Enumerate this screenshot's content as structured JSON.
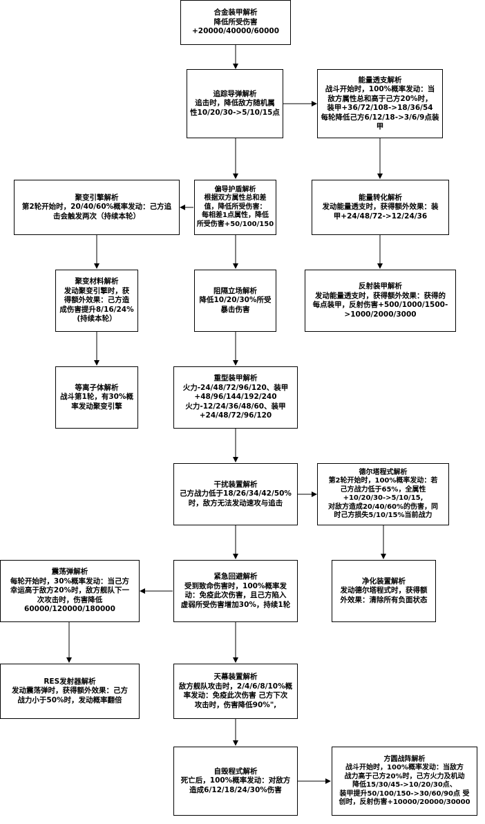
{
  "nodes": {
    "alloy_armor": {
      "title": "合金装甲解析",
      "body": "降低所受伤害\n+20000/40000/60000"
    },
    "homing_missile": {
      "title": "追踪导弹解析",
      "body": "追击时，降低敌方随机属\n性10/20/30->5/10/15点"
    },
    "energy_overdraw": {
      "title": "能量透支解析",
      "body": "战斗开始时，100%概率发动：当\n敌方属性总和高于己方20%时，\n装甲+36/72/108->18/36/54\n每轮降低己方6/12/18->3/6/9点装\n甲"
    },
    "fusion_engine": {
      "title": "聚变引擎解析",
      "body": "第2轮开始时，20/40/60%概率发动：己方追\n击会触发两次（持续本轮）"
    },
    "deflector_shield": {
      "title": "偏导护盾解析",
      "body": "根据双方属性总和差\n值，降低所受伤害：\n每相差1点属性，降低\n所受伤害+50/100/150"
    },
    "energy_convert": {
      "title": "能量转化解析",
      "body": "发动能量透支时，获得额外效果：装\n甲+24/48/72->12/24/36"
    },
    "fusion_material": {
      "title": "聚变材料解析",
      "body": "发动聚变引擎时，获\n得额外效果：己方造\n成伤害提升8/16/24%\n(持续本轮）"
    },
    "barrier_field": {
      "title": "阻隔立场解析",
      "body": "降低10/20/30%所受\n暴击伤害"
    },
    "reflect_armor": {
      "title": "反射装甲解析",
      "body": "发动能量透支时，获得额外效果：获得的\n每点装甲，反射伤害+500/1000/1500-\n>1000/2000/3000"
    },
    "plasma": {
      "title": "等离子体解析",
      "body": "战斗第1轮，有30%概\n率发动聚变引擎"
    },
    "heavy_armor": {
      "title": "重型装甲解析",
      "body": "火力-24/48/72/96/120、装甲\n+48/96/144/192/240\n火力-12/24/36/48/60、装甲\n+24/48/72/96/120"
    },
    "jammer": {
      "title": "干扰装置解析",
      "body": "己方战力低于18/26/34/42/50%\n时，敌方无法发动速攻与追击"
    },
    "delta_program": {
      "title": "德尔塔程式解析",
      "body": "第2轮开始时，100%概率发动：若\n己方战力低于65%，全属性\n+10/20/30->5/10/15,\n对敌方造成20/40/60%的伤害，同\n时己方损失5/10/15%当前战力"
    },
    "shock_missile": {
      "title": "震荡弹解析",
      "body": "每轮开始时，30%概率发动：当己方\n幸运高于敌方20%时，敌方舰队下一\n次攻击时，伤害降低\n60000/120000/180000"
    },
    "emergency_evade": {
      "title": "紧急回避解析",
      "body": "受到致命伤害时，100%概率发\n动：免疫此次伤害，且己方陷入\n虚弱所受伤害增加30%，持续1轮"
    },
    "purifier": {
      "title": "净化装置解析",
      "body": "发动德尔塔程式时，获得额\n外效果：清除所有负面状态"
    },
    "res_launcher": {
      "title": "RES发射器解析",
      "body": "发动震荡弹时，获得额外效果：己方\n战力小于50%时，发动概率翻倍"
    },
    "canopy": {
      "title": "天幕装置解析",
      "body": "敌方舰队攻击时，2/4/6/8/10%概\n率发动：免疫此次伤害  己方下次\n攻击时，伤害降低90%\","
    },
    "self_destruct": {
      "title": "自毁程式解析",
      "body": "死亡后，100%概率发动：对敌方\n造成6/12/18/24/30%伤害"
    },
    "square_formation": {
      "title": "方圆战阵解析",
      "body": "战斗开始时，100%概率发动：当敌方\n战力高于己方20%时，己方火力及机动\n降低15/30/45->10/20/30点、\n装甲提升50/100/150->30/60/90点  受\n创时，反射伤害+10000/20000/30000"
    }
  },
  "edge_color": "#000000"
}
